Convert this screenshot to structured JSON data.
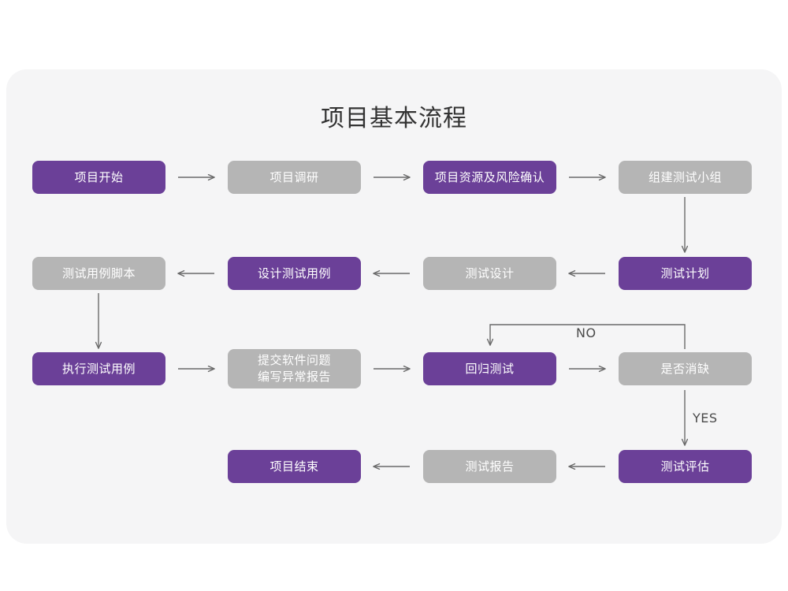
{
  "page": {
    "title": "项目基本流程",
    "background": "#ffffff",
    "card_background": "#f5f5f6"
  },
  "colors": {
    "purple": "#6b4098",
    "gray": "#b5b5b5",
    "arrow": "#6a6a6a",
    "text_on_box": "#ffffff",
    "title_text": "#333333",
    "label_text": "#4a4a4a"
  },
  "nodes": [
    {
      "id": "n1",
      "label": "项目开始",
      "style": "purple",
      "row": 1
    },
    {
      "id": "n2",
      "label": "项目调研",
      "style": "gray",
      "row": 1
    },
    {
      "id": "n3",
      "label": "项目资源及风险确认",
      "style": "purple",
      "row": 1
    },
    {
      "id": "n4",
      "label": "组建测试小组",
      "style": "gray",
      "row": 1
    },
    {
      "id": "n5",
      "label": "测试用例脚本",
      "style": "gray",
      "row": 2
    },
    {
      "id": "n6",
      "label": "设计测试用例",
      "style": "purple",
      "row": 2
    },
    {
      "id": "n7",
      "label": "测试设计",
      "style": "gray",
      "row": 2
    },
    {
      "id": "n8",
      "label": "测试计划",
      "style": "purple",
      "row": 2
    },
    {
      "id": "n9",
      "label": "执行测试用例",
      "style": "purple",
      "row": 3
    },
    {
      "id": "n10",
      "label": "提交软件问题\n编写异常报告",
      "style": "gray",
      "row": 3
    },
    {
      "id": "n11",
      "label": "回归测试",
      "style": "purple",
      "row": 3
    },
    {
      "id": "n12",
      "label": "是否消缺",
      "style": "gray",
      "row": 3
    },
    {
      "id": "n13",
      "label": "项目结束",
      "style": "purple",
      "row": 4
    },
    {
      "id": "n14",
      "label": "测试报告",
      "style": "gray",
      "row": 4
    },
    {
      "id": "n15",
      "label": "测试评估",
      "style": "purple",
      "row": 4
    }
  ],
  "edge_labels": {
    "no": "NO",
    "yes": "YES"
  }
}
